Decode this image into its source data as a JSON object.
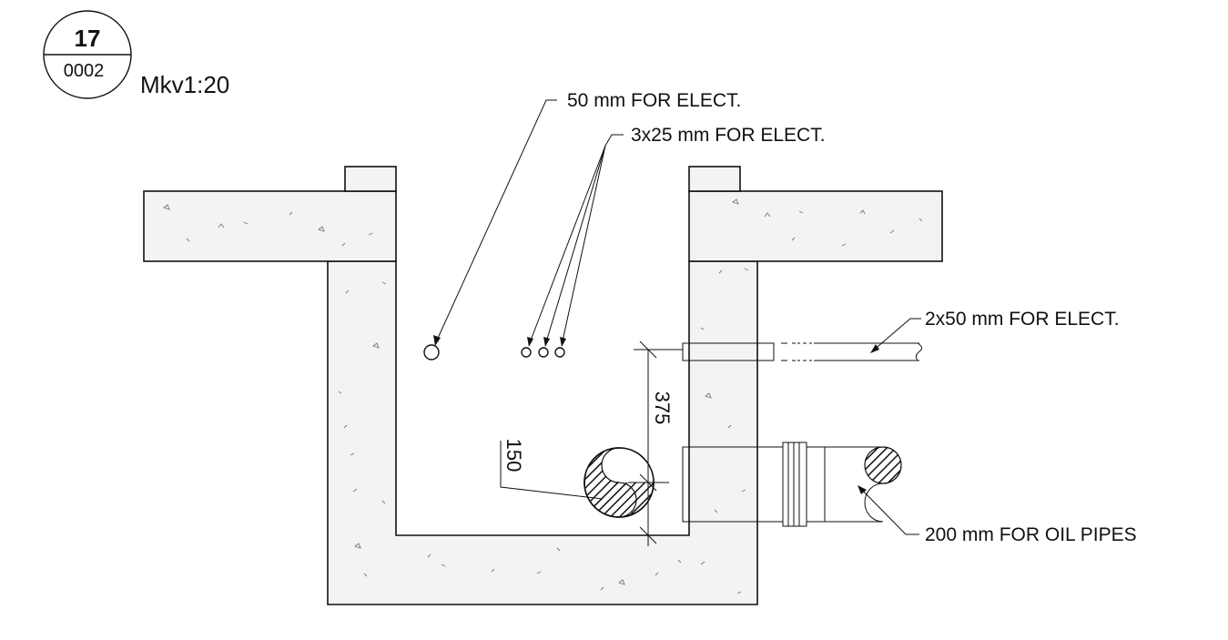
{
  "section_marker": {
    "number": "17",
    "sheet": "0002",
    "scale": "Mkv1:20"
  },
  "labels": {
    "elect_50": "50 mm FOR ELECT.",
    "elect_3x25": "3x25 mm FOR ELECT.",
    "elect_2x50": "2x50 mm FOR ELECT.",
    "oil_pipes": "200 mm FOR OIL PIPES"
  },
  "dimensions": {
    "vertical_spacing": "375",
    "pipe_offset": "150"
  }
}
